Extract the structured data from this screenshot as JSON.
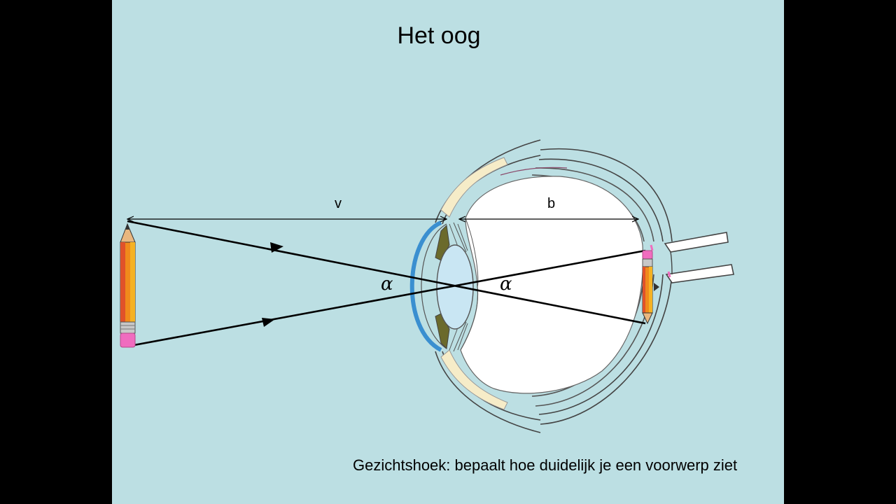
{
  "slide": {
    "title": "Het oog",
    "caption": "Gezichtshoek: bepaalt hoe duidelijk je een voorwerp ziet"
  },
  "diagram": {
    "label_v": "v",
    "label_b": "b",
    "angle_left": "α",
    "angle_right": "α"
  },
  "colors": {
    "background": "#bcdfe3",
    "border": "#000000",
    "cornea": "#3a8fd0",
    "lens": "#c9e6f3",
    "sclera_highlight": "#f6ecc8",
    "iris": "#6b6a2c",
    "pencil_body": "#f08a1c",
    "pencil_eraser": "#f06cbf"
  }
}
